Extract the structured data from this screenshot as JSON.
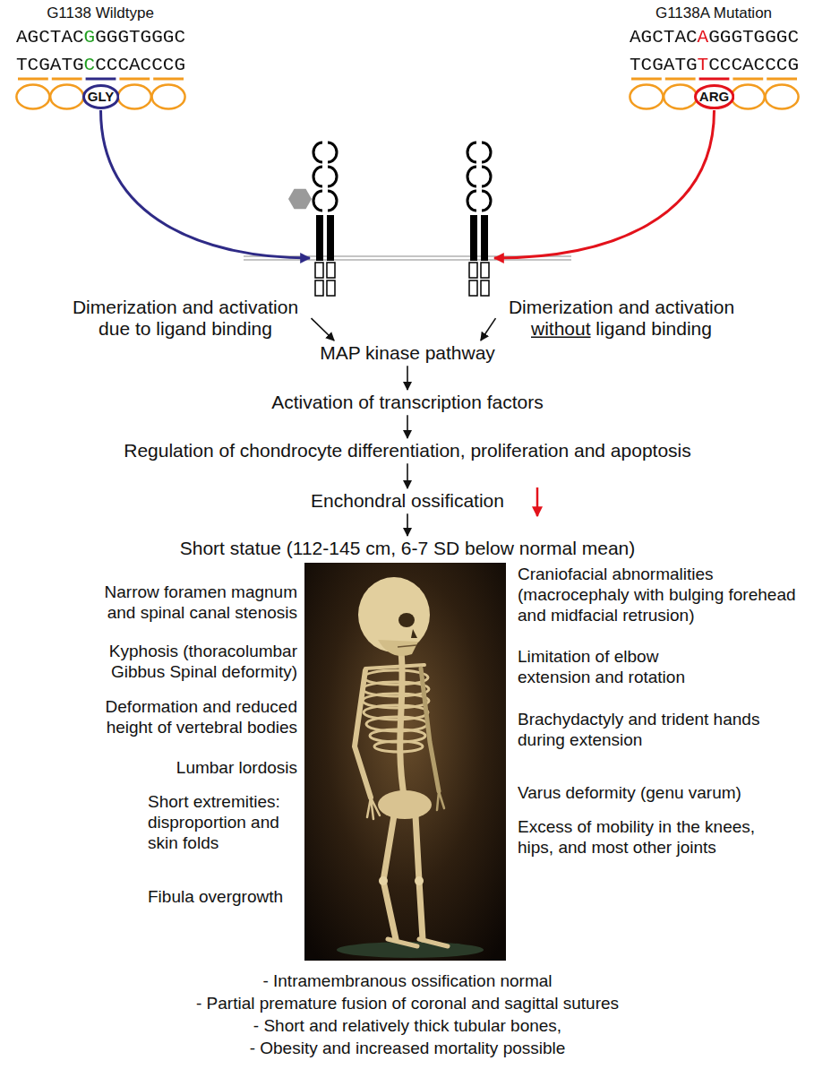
{
  "diagram": {
    "nodes": [
      {
        "text": [
          "GLY"
        ]
      },
      {
        "text": [
          "ARG"
        ]
      },
      {
        "text": [
          "Dimerization and activation due to ligand binding"
        ]
      },
      {
        "text": [
          "Dimerization and activation without ligand binding"
        ]
      },
      {
        "text": [
          "MAP kinase pathway"
        ]
      },
      {
        "text": [
          "Activation of transcription factors"
        ]
      },
      {
        "text": [
          "Regulation of chondrocyte differentiation, proliferation and apoptosis"
        ]
      },
      {
        "text": [
          "Enchondral ossification"
        ]
      },
      {
        "text": [
          "Short statue (112-145 cm, 6-7 SD below normal mean)"
        ]
      }
    ],
    "edges": [
      {
        "from": 2,
        "to": 4,
        "arrow": "to"
      },
      {
        "from": 3,
        "to": 4,
        "arrow": "to"
      },
      {
        "from": 4,
        "to": 5,
        "arrow": "to"
      },
      {
        "from": 5,
        "to": 6,
        "arrow": "to"
      },
      {
        "from": 6,
        "to": 7,
        "arrow": "to"
      },
      {
        "from": 7,
        "to": 8,
        "arrow": "to"
      }
    ],
    "labels": [
      "G1138 Wildtype",
      "AGCTACGGGGTGGGC",
      "TCGATGCCCCACCCG",
      "G1138A Mutation",
      "AGCTACAGGGTGGGC",
      "TCGATGTCCCACCCG",
      "Narrow foramen magnum and spinal canal stenosis",
      "Kyphosis (thoracolumbar Gibbus Spinal deformity)",
      "Deformation and reduced height of vertebral bodies",
      "Lumbar lordosis",
      "Short extremities: disproportion and skin folds",
      "Fibula overgrowth",
      "Craniofacial abnormalities (macrocephaly with bulging forehead and midfacial retrusion)",
      "Limitation of elbow extension and rotation",
      "Brachydactyly and trident hands during extension",
      "Varus deformity (genu varum)",
      "Excess of mobility in the knees, hips, and most other joints",
      "- Intramembranous ossification normal",
      "- Partial premature fusion of coronal and sagittal sutures",
      "- Short and relatively thick tubular bones,",
      "- Obesity and increased mortality possible"
    ]
  }
}
